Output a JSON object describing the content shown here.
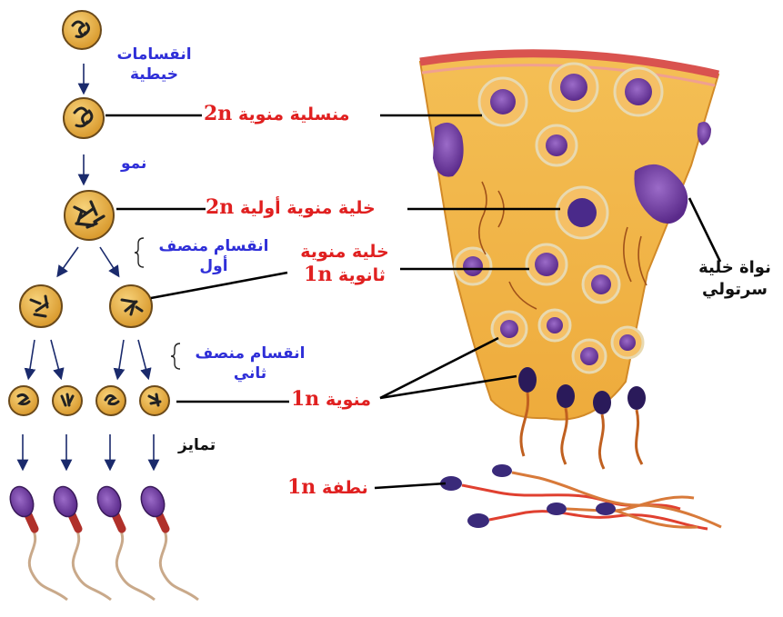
{
  "labels": {
    "mitosis": "انقسامات خيطية",
    "growth": "نمو",
    "meiosis1": "انقسام منصف أول",
    "meiosis2": "انقسام منصف ثاني",
    "differentiation": "تمايز",
    "spermatogonia": "منسلية منوية",
    "spermatogonia_ploidy": "2n",
    "primary_spermatocyte": "خلية منوية أولية",
    "primary_ploidy": "2n",
    "secondary_spermatocyte_1": "خلية منوية",
    "secondary_spermatocyte_2": "ثانوية",
    "secondary_ploidy": "1n",
    "spermatid": "منوية",
    "spermatid_ploidy": "1n",
    "sperm": "نطفة",
    "sperm_ploidy": "1n",
    "sertoli_1": "نواة خلية",
    "sertoli_2": "سرتولي"
  },
  "colors": {
    "blue_text": "#2f2fd8",
    "red_text": "#e02020",
    "tissue": "#f2b84c",
    "cell_fill": "#e8b24a",
    "nucleus": "#7b3aa8",
    "tail": "#c0392b",
    "membrane": "#d9534f"
  },
  "icons": [
    "chromosome-cell-icon",
    "sperm-icon",
    "sertoli-nucleus-icon",
    "arrow-down-icon",
    "brace-icon"
  ]
}
